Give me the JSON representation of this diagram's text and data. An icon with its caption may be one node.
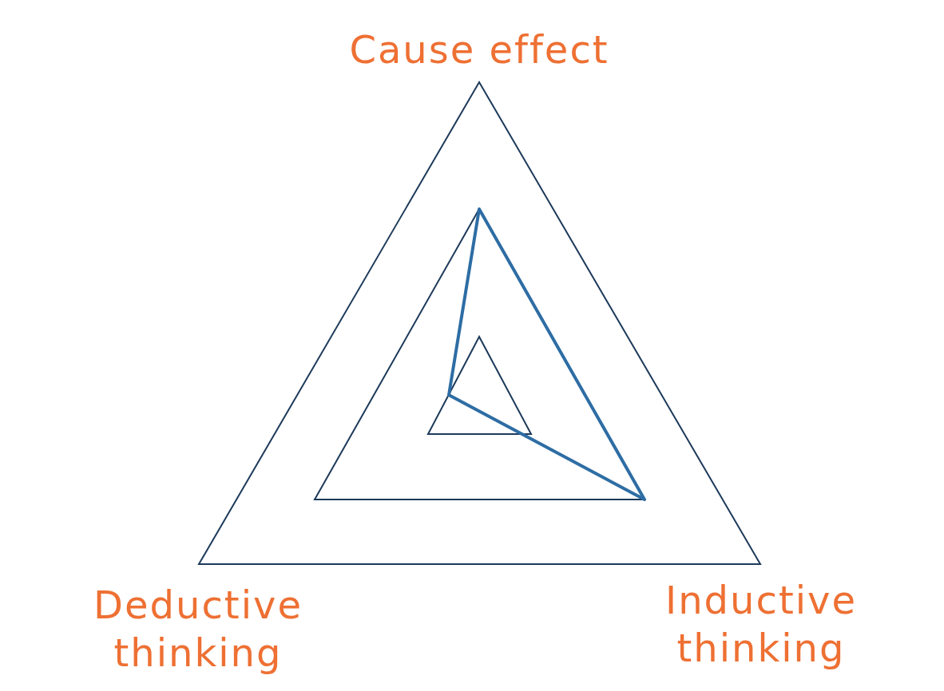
{
  "diagram": {
    "labels": [
      "Cause effect",
      "Deductive thinking",
      "Inductive thinking"
    ]
  }
}
